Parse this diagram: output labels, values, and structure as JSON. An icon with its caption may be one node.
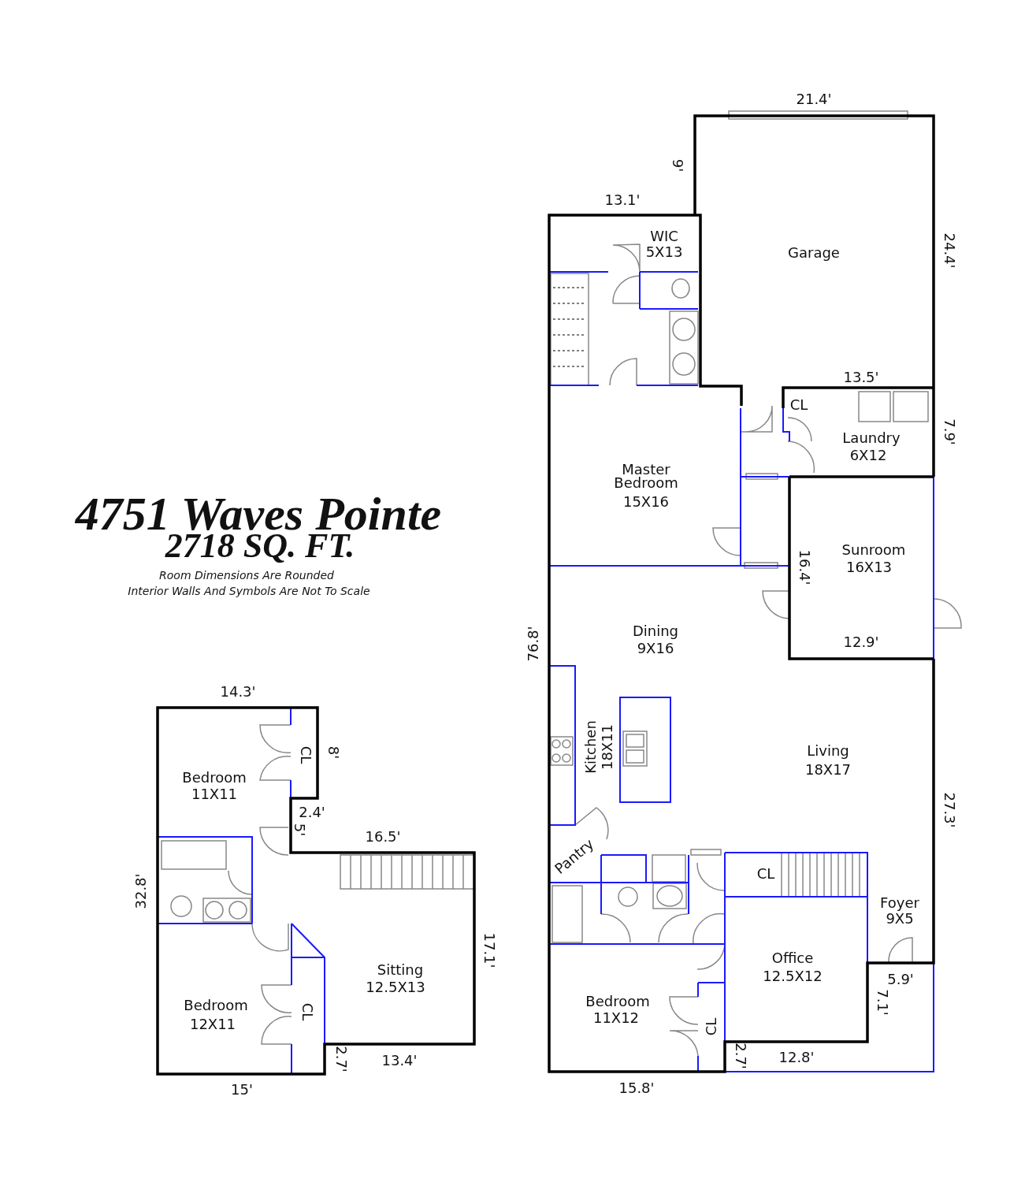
{
  "diagram": {
    "title": "4751 Waves Pointe",
    "labels": [
      "2718 SQ. FT.",
      "Room Dimensions Are Rounded",
      "Interior Walls And Symbols Are Not To Scale",
      "21.4'",
      "9'",
      "13.1'",
      "WIC",
      "5X13",
      "Garage",
      "24.4'",
      "13.5'",
      "CL",
      "Laundry",
      "6X12",
      "7.9'",
      "Master Bedroom",
      "15X16",
      "Sunroom",
      "16X13",
      "16.4'",
      "76.8'",
      "Dining",
      "9X16",
      "12.9'",
      "14.3'",
      "8'",
      "CL",
      "Kitchen",
      "18X11",
      "Living",
      "18X17",
      "Bedroom",
      "11X11",
      "27.3'",
      "2.4'",
      "5'",
      "16.5'",
      "Pantry",
      "CL",
      "32.8'",
      "Foyer",
      "9X5",
      "17.1'",
      "Office",
      "12.5X12",
      "Sitting",
      "12.5X13",
      "5.9'",
      "7.1'",
      "Bedroom",
      "11X12",
      "Bedroom",
      "12X11",
      "CL",
      "CL",
      "2.7'",
      "13.4'",
      "2.7'",
      "12.8'",
      "15.8'",
      "15'"
    ]
  }
}
